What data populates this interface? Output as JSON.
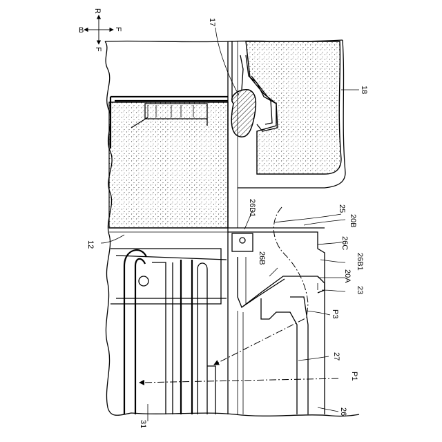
{
  "orientation": {
    "left": "B",
    "right": "R",
    "up": "F",
    "down": "F"
  },
  "labels": {
    "l17": "17",
    "l18": "18",
    "l12": "12",
    "l25": "25",
    "l20B": "20B",
    "l26D1": "26D1",
    "l26C": "26C",
    "l26B": "26B",
    "l26B1": "26B1",
    "l20A": "20A",
    "l23": "23",
    "lP3": "P3",
    "l27": "27",
    "lP1": "P1",
    "l26": "26",
    "l31": "31"
  }
}
